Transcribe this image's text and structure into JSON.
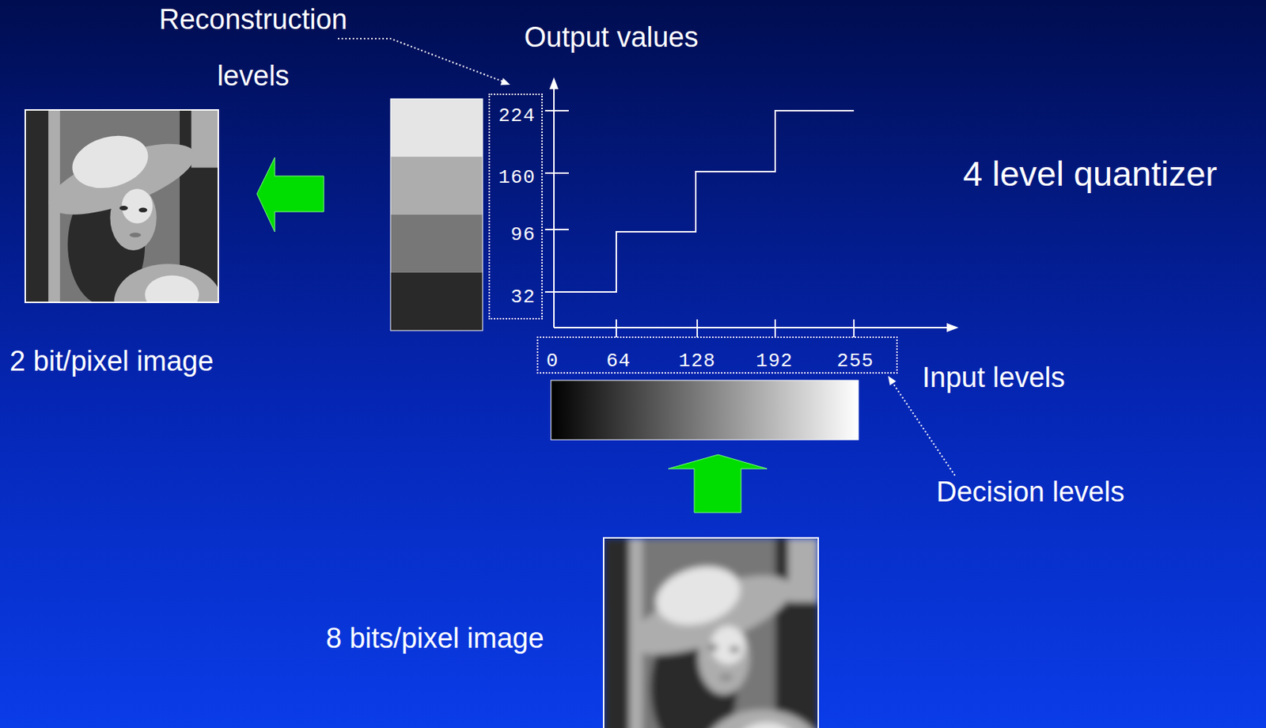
{
  "diagram": {
    "title": "4 level quantizer",
    "nodes": [
      {
        "text": [
          "224",
          "160",
          "96",
          "32"
        ]
      },
      {
        "text": [
          "0",
          "64",
          "128",
          "192",
          "255"
        ]
      }
    ],
    "labels": [
      "Reconstruction levels",
      "Output values",
      "Input levels",
      "Decision levels",
      "2 bit/pixel image",
      "8 bits/pixel image"
    ]
  }
}
